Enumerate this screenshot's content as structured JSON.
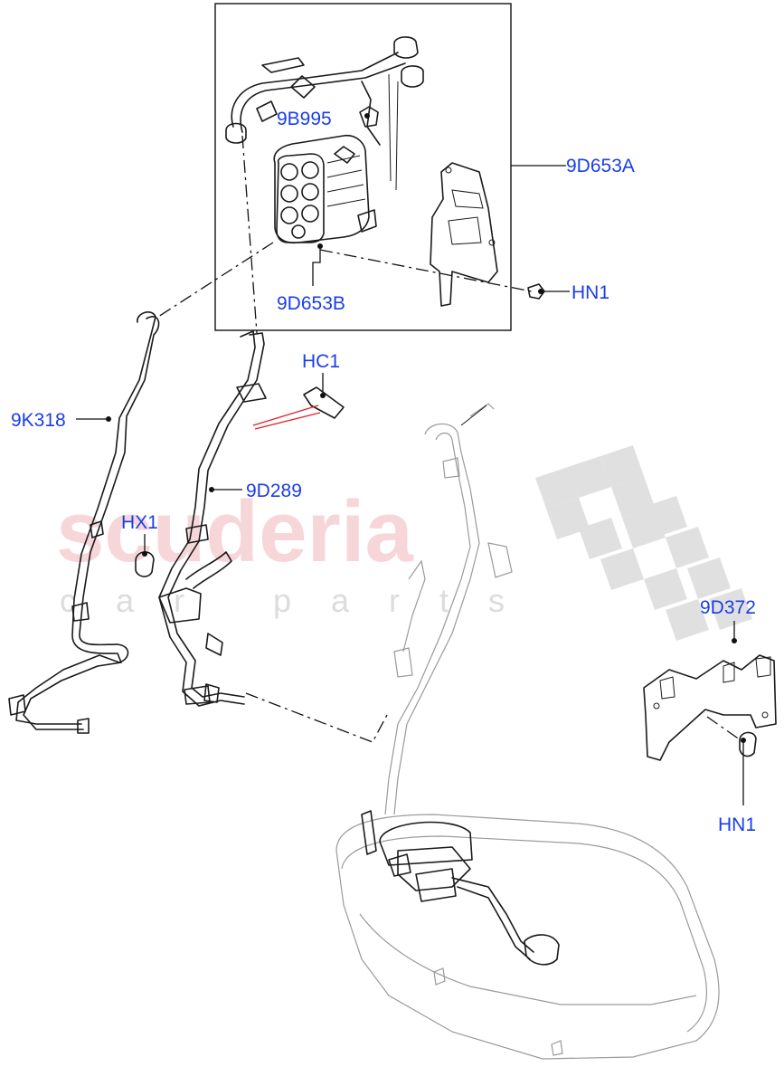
{
  "watermark": {
    "brand": "scuderia",
    "sub": "car parts"
  },
  "callouts": {
    "9B995": "9B995",
    "9D653A": "9D653A",
    "HN1_top": "HN1",
    "9D653B": "9D653B",
    "HC1": "HC1",
    "9K318": "9K318",
    "9D289": "9D289",
    "HX1": "HX1",
    "9D372": "9D372",
    "HN1_bottom": "HN1"
  },
  "colors": {
    "callout_text": "#1a3ee8",
    "watermark_red": "#f3c6c9",
    "watermark_gray": "#dcdcdc",
    "highlight_lines": "#e0202a"
  }
}
